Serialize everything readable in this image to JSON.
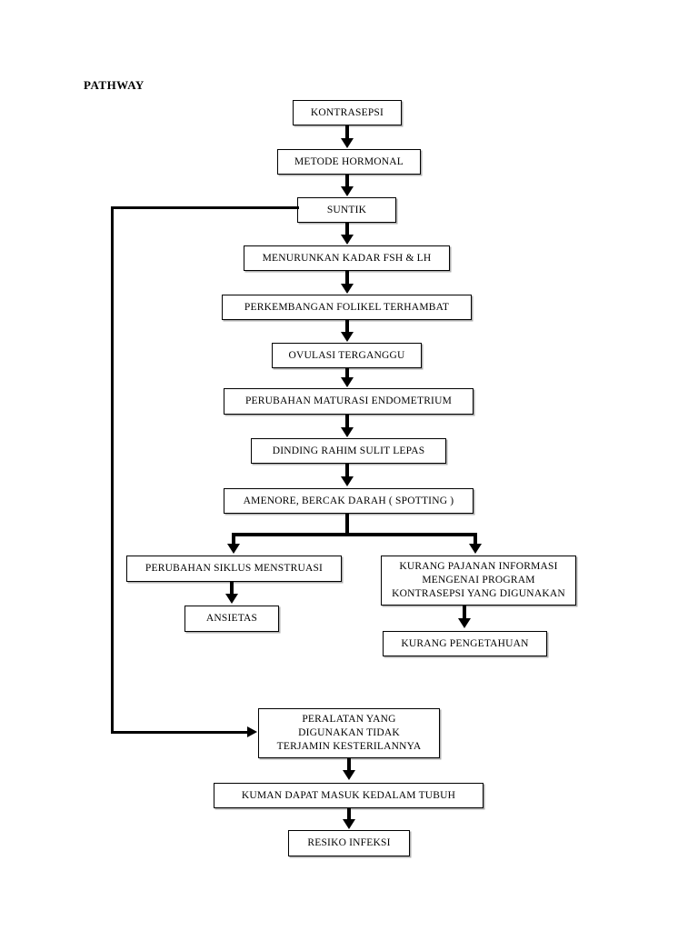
{
  "page": {
    "title": "PATHWAY",
    "background_color": "#ffffff",
    "line_color": "#000000"
  },
  "diagram": {
    "type": "flowchart",
    "orientation": "top-to-bottom",
    "nodes": [
      {
        "id": "kontrasepsi",
        "label": "KONTRASEPSI"
      },
      {
        "id": "metode-hormonal",
        "label": "METODE HORMONAL"
      },
      {
        "id": "suntik",
        "label": "SUNTIK"
      },
      {
        "id": "menurunkan-fsh-lh",
        "label": "MENURUNKAN KADAR FSH & LH"
      },
      {
        "id": "folikel-terhambat",
        "label": "PERKEMBANGAN FOLIKEL TERHAMBAT"
      },
      {
        "id": "ovulasi-terganggu",
        "label": "OVULASI TERGANGGU"
      },
      {
        "id": "maturasi-endometrium",
        "label": "PERUBAHAN MATURASI ENDOMETRIUM"
      },
      {
        "id": "dinding-rahim",
        "label": "DINDING RAHIM SULIT LEPAS"
      },
      {
        "id": "amenore",
        "label": "AMENORE, BERCAK DARAH ( SPOTTING )"
      },
      {
        "id": "siklus-menstruasi",
        "label": "PERUBAHAN SIKLUS MENSTRUASI"
      },
      {
        "id": "ansietas",
        "label": "ANSIETAS"
      },
      {
        "id": "kurang-pajanan",
        "label_line_1": "KURANG PAJANAN INFORMASI",
        "label_line_2": "MENGENAI PROGRAM",
        "label_line_3": "KONTRASEPSI YANG DIGUNAKAN"
      },
      {
        "id": "kurang-pengetahuan",
        "label": "KURANG PENGETAHUAN"
      },
      {
        "id": "peralatan",
        "label_line_1": "PERALATAN YANG",
        "label_line_2": "DIGUNAKAN TIDAK",
        "label_line_3": "TERJAMIN KESTERILANNYA"
      },
      {
        "id": "kuman-masuk",
        "label": "KUMAN DAPAT MASUK KEDALAM TUBUH"
      },
      {
        "id": "resiko-infeksi",
        "label": "RESIKO INFEKSI"
      }
    ],
    "edges": [
      {
        "from": "kontrasepsi",
        "to": "metode-hormonal"
      },
      {
        "from": "metode-hormonal",
        "to": "suntik"
      },
      {
        "from": "suntik",
        "to": "menurunkan-fsh-lh"
      },
      {
        "from": "menurunkan-fsh-lh",
        "to": "folikel-terhambat"
      },
      {
        "from": "folikel-terhambat",
        "to": "ovulasi-terganggu"
      },
      {
        "from": "ovulasi-terganggu",
        "to": "maturasi-endometrium"
      },
      {
        "from": "maturasi-endometrium",
        "to": "dinding-rahim"
      },
      {
        "from": "dinding-rahim",
        "to": "amenore"
      },
      {
        "from": "amenore",
        "to": "siklus-menstruasi"
      },
      {
        "from": "amenore",
        "to": "kurang-pajanan"
      },
      {
        "from": "siklus-menstruasi",
        "to": "ansietas"
      },
      {
        "from": "kurang-pajanan",
        "to": "kurang-pengetahuan"
      },
      {
        "from": "suntik",
        "to": "peralatan",
        "routing": "left-bypass"
      },
      {
        "from": "peralatan",
        "to": "kuman-masuk"
      },
      {
        "from": "kuman-masuk",
        "to": "resiko-infeksi"
      }
    ]
  }
}
